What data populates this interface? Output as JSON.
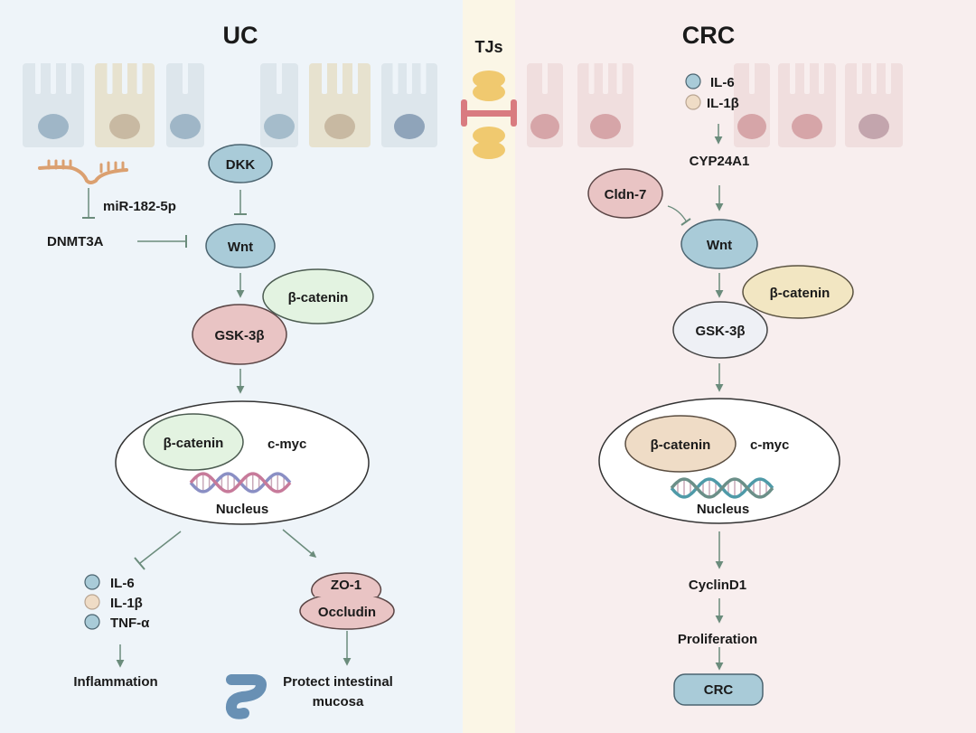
{
  "colors": {
    "uc_bg": "#eef4f9",
    "tj_bg": "#fbf6e6",
    "crc_bg": "#f8eeee",
    "arrow": "#6b8c7c",
    "blue_node": "#a9cbd8",
    "pink_node": "#e9c4c4",
    "green_node": "#e3f3e1",
    "tan_node": "#efdcc6",
    "yellow_node": "#f2e6c2",
    "gray_node": "#eef0f5",
    "tj_protein": "#f0c96f",
    "tj_bar": "#d97b80",
    "mirna": "#dba070",
    "intestine": "#6890b4"
  },
  "uc": {
    "title": "UC",
    "mirna_label": "miR-182-5p",
    "dnmt3a": "DNMT3A",
    "dkk": "DKK",
    "wnt": "Wnt",
    "beta_catenin": "β-catenin",
    "gsk": "GSK-3β",
    "nucleus": {
      "beta_catenin": "β-catenin",
      "cmyc": "c-myc",
      "label": "Nucleus"
    },
    "cytokines": [
      "IL-6",
      "IL-1β",
      "TNF-α"
    ],
    "inflammation": "Inflammation",
    "zo1": "ZO-1",
    "occludin": "Occludin",
    "protect_line1": "Protect intestinal",
    "protect_line2": "mucosa"
  },
  "tjs": {
    "title": "TJs"
  },
  "crc": {
    "title": "CRC",
    "cytokines": [
      "IL-6",
      "IL-1β"
    ],
    "cyp": "CYP24A1",
    "cldn": "Cldn-7",
    "wnt": "Wnt",
    "beta_catenin": "β-catenin",
    "gsk": "GSK-3β",
    "nucleus": {
      "beta_catenin": "β-catenin",
      "cmyc": "c-myc",
      "label": "Nucleus"
    },
    "cyclin": "CyclinD1",
    "proliferation": "Proliferation",
    "outcome": "CRC"
  }
}
